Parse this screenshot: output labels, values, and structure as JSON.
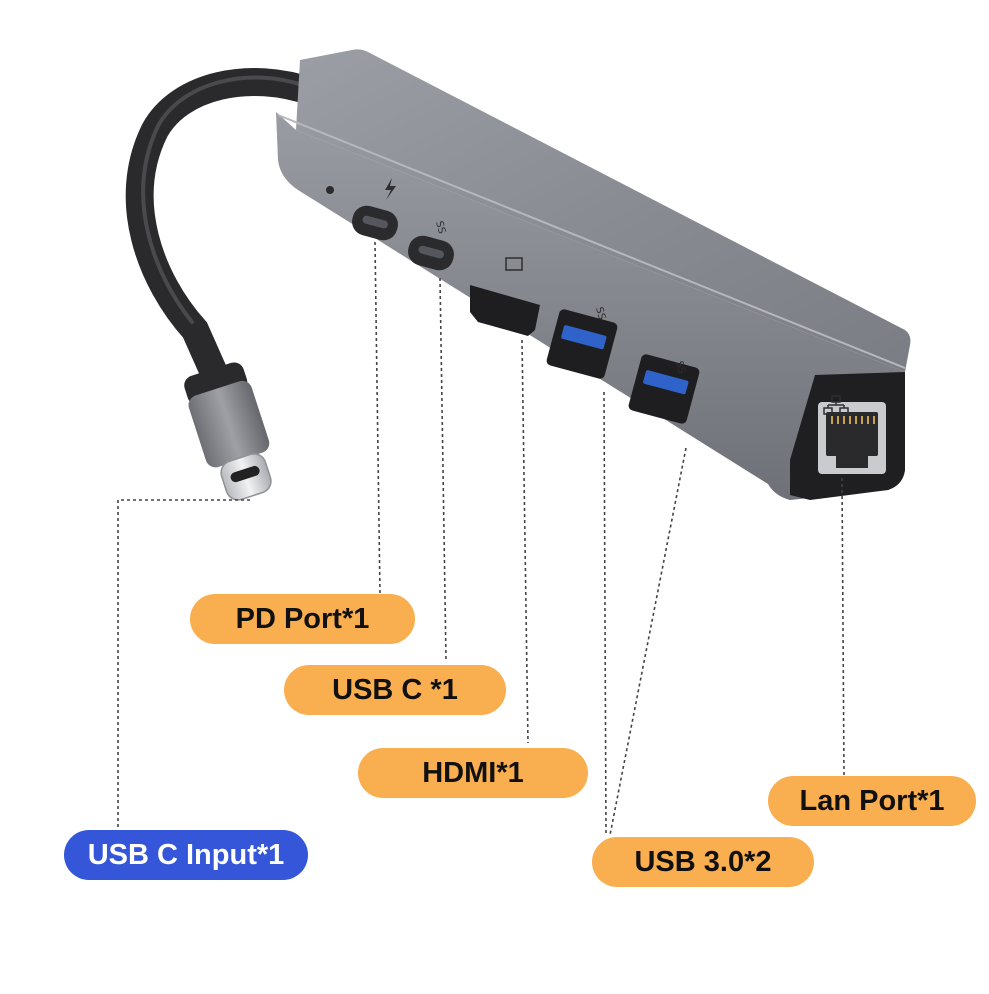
{
  "colors": {
    "label_orange": "#F9AE4F",
    "label_blue": "#3556D8",
    "hub_body": "#8E9097",
    "cable": "#2A2A2D"
  },
  "labels": {
    "pd_port": "PD Port*1",
    "usb_c": "USB C *1",
    "hdmi": "HDMI*1",
    "lan_port": "Lan Port*1",
    "usb3": "USB 3.0*2",
    "usb_c_input": "USB C Input*1"
  },
  "port_markings": {
    "usb_ss_a": "SS",
    "usb_ss_b": "SS",
    "usb_ss_c": "SS"
  }
}
